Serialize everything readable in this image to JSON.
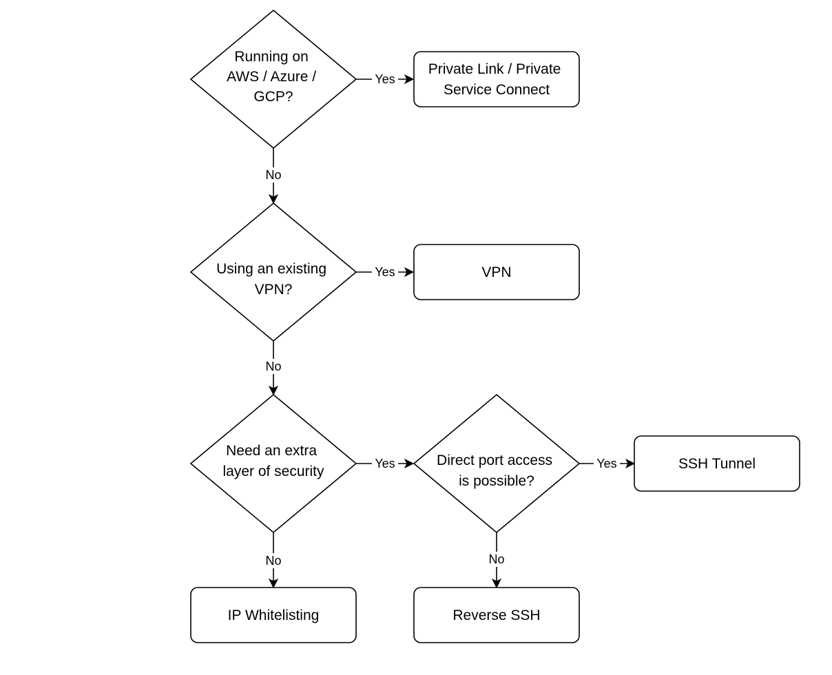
{
  "diagram": {
    "decisions": {
      "cloud": [
        "Running on",
        "AWS / Azure /",
        "GCP?"
      ],
      "vpn": [
        "Using an existing",
        "VPN?"
      ],
      "security": [
        "Need an extra",
        "layer of security"
      ],
      "direct_port": [
        "Direct port access",
        "is possible?"
      ]
    },
    "outcomes": {
      "private_link": [
        "Private Link / Private",
        "Service Connect"
      ],
      "vpn": "VPN",
      "ssh_tunnel": "SSH Tunnel",
      "ip_whitelisting": "IP Whitelisting",
      "reverse_ssh": "Reverse SSH"
    },
    "edge_labels": {
      "cloud_yes": "Yes",
      "cloud_no": "No",
      "vpn_yes": "Yes",
      "vpn_no": "No",
      "security_yes": "Yes",
      "security_no": "No",
      "direct_yes": "Yes",
      "direct_no": "No"
    }
  }
}
